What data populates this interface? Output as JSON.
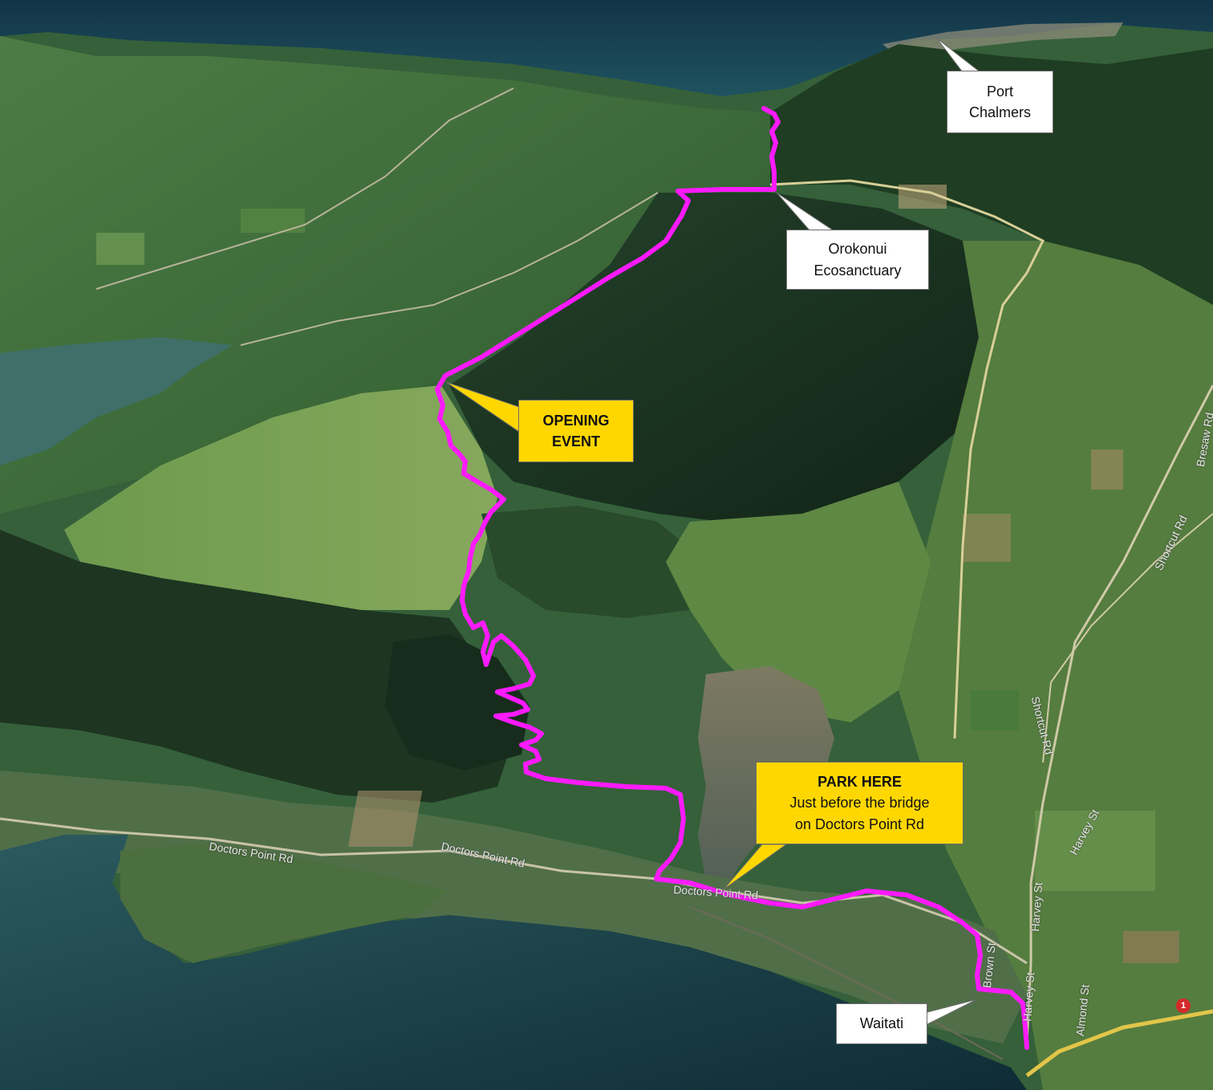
{
  "callouts": {
    "port_chalmers": [
      "Port",
      "Chalmers"
    ],
    "orokonui": [
      "Orokonui",
      "Ecosanctuary"
    ],
    "opening_event": [
      "OPENING",
      "EVENT"
    ],
    "park_here": {
      "heading": "PARK HERE",
      "line1": "Just before the bridge",
      "line2": "on Doctors Point Rd"
    },
    "waitati": "Waitati"
  },
  "road_labels": {
    "doctors_point_rd_1": "Doctors Point Rd",
    "doctors_point_rd_2": "Doctors Point Rd",
    "doctors_point_rd_3": "Doctors Point Rd",
    "harvey_st_1": "Harvey St",
    "harvey_st_2": "Harvey St",
    "harvey_st_3": "Harvey St",
    "brown_st": "Brown St",
    "almond_st": "Almond St",
    "shortcut_rd_1": "Shortcut Rd",
    "shortcut_rd_2": "Shortcut Rd",
    "bresaw_rd": "Bresaw Rd",
    "state_highway": "1"
  },
  "colors": {
    "route": "#ff1aff",
    "callout_white": "#ffffff",
    "callout_yellow": "#ffd700",
    "water": "#1f4f5c",
    "hills": "#3e6b3a",
    "forest": "#1b3320",
    "pasture": "#6f9a52"
  }
}
